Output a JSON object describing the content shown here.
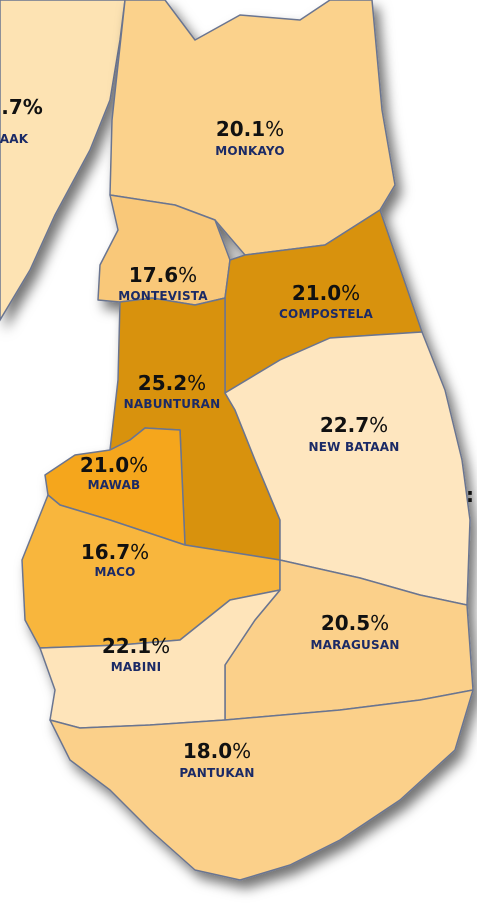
{
  "colors": {
    "level_light": "#fde6bd",
    "level_mid": "#fbcf84",
    "level_orange": "#f5a623",
    "level_dark": "#d48f0c",
    "border": "#6b7590"
  },
  "partial_left_label": {
    "value": ".7%",
    "name": "AAK"
  },
  "side_mark": ":",
  "municipalities": [
    {
      "name": "MONKAYO",
      "value": "20.1",
      "percent_sign": "%"
    },
    {
      "name": "MONTEVISTA",
      "value": "17.6",
      "percent_sign": "%"
    },
    {
      "name": "COMPOSTELA",
      "value": "21.0",
      "percent_sign": "%"
    },
    {
      "name": "NABUNTURAN",
      "value": "25.2",
      "percent_sign": "%"
    },
    {
      "name": "NEW BATAAN",
      "value": "22.7",
      "percent_sign": "%"
    },
    {
      "name": "MAWAB",
      "value": "21.0",
      "percent_sign": "%"
    },
    {
      "name": "MACO",
      "value": "16.7",
      "percent_sign": "%"
    },
    {
      "name": "MARAGUSAN",
      "value": "20.5",
      "percent_sign": "%"
    },
    {
      "name": "MABINI",
      "value": "22.1",
      "percent_sign": "%"
    },
    {
      "name": "PANTUKAN",
      "value": "18.0",
      "percent_sign": "%"
    }
  ]
}
